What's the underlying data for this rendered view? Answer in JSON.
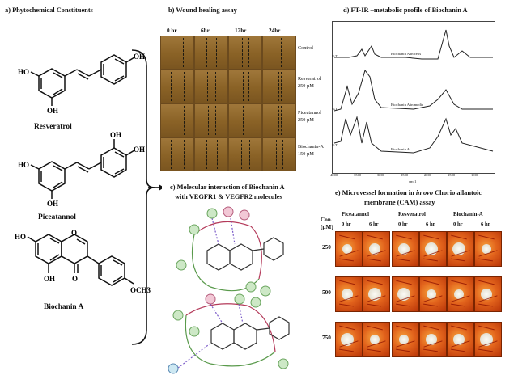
{
  "panels": {
    "a": {
      "title": "a) Phytochemical Constituents",
      "compounds": [
        "Resveratrol",
        "Piceatannol",
        "Biochanin A"
      ]
    },
    "b": {
      "title": "b) Wound healing assay",
      "times": [
        "0 hr",
        "6hr",
        "12hr",
        "24hr"
      ],
      "rows": [
        {
          "label_lines": [
            "Control"
          ]
        },
        {
          "label_lines": [
            "Resveratrol",
            "250 µM"
          ]
        },
        {
          "label_lines": [
            "Piceatannol",
            "250 µM"
          ]
        },
        {
          "label_lines": [
            "Biochanin-A",
            "150 µM"
          ]
        }
      ]
    },
    "c": {
      "title_lines": [
        "c) Molecular interaction of Biochanin A",
        "with VEGFR1 & VEGFR2 molecules"
      ]
    },
    "d": {
      "title": "d) FT-IR –metabolic profile of Biochanin A",
      "traces": [
        "Biochanin A in cells",
        "Biochanin A in media",
        "Biochanin A"
      ],
      "x_ticks": [
        "4000",
        "3500",
        "3000",
        "2500",
        "2000",
        "1500",
        "1000"
      ],
      "x_label": "cm-1",
      "y_label": "%T"
    },
    "e": {
      "title_pre": "e) Microvessel formation in ",
      "title_italic": "in ovo",
      "title_post": " Chorio allantoic",
      "title_line2": "membrane (CAM) assay",
      "conc_header": [
        "Con.",
        "(µM)"
      ],
      "concentrations": [
        "250",
        "500",
        "750"
      ],
      "groups": [
        "Piceatannol",
        "Resveratrol",
        "Biochanin-A"
      ],
      "times": [
        "0 hr",
        "6 hr"
      ]
    }
  },
  "atoms": {
    "OH": "OH",
    "HO": "HO",
    "O": "O",
    "OCH3": "OCH3"
  }
}
